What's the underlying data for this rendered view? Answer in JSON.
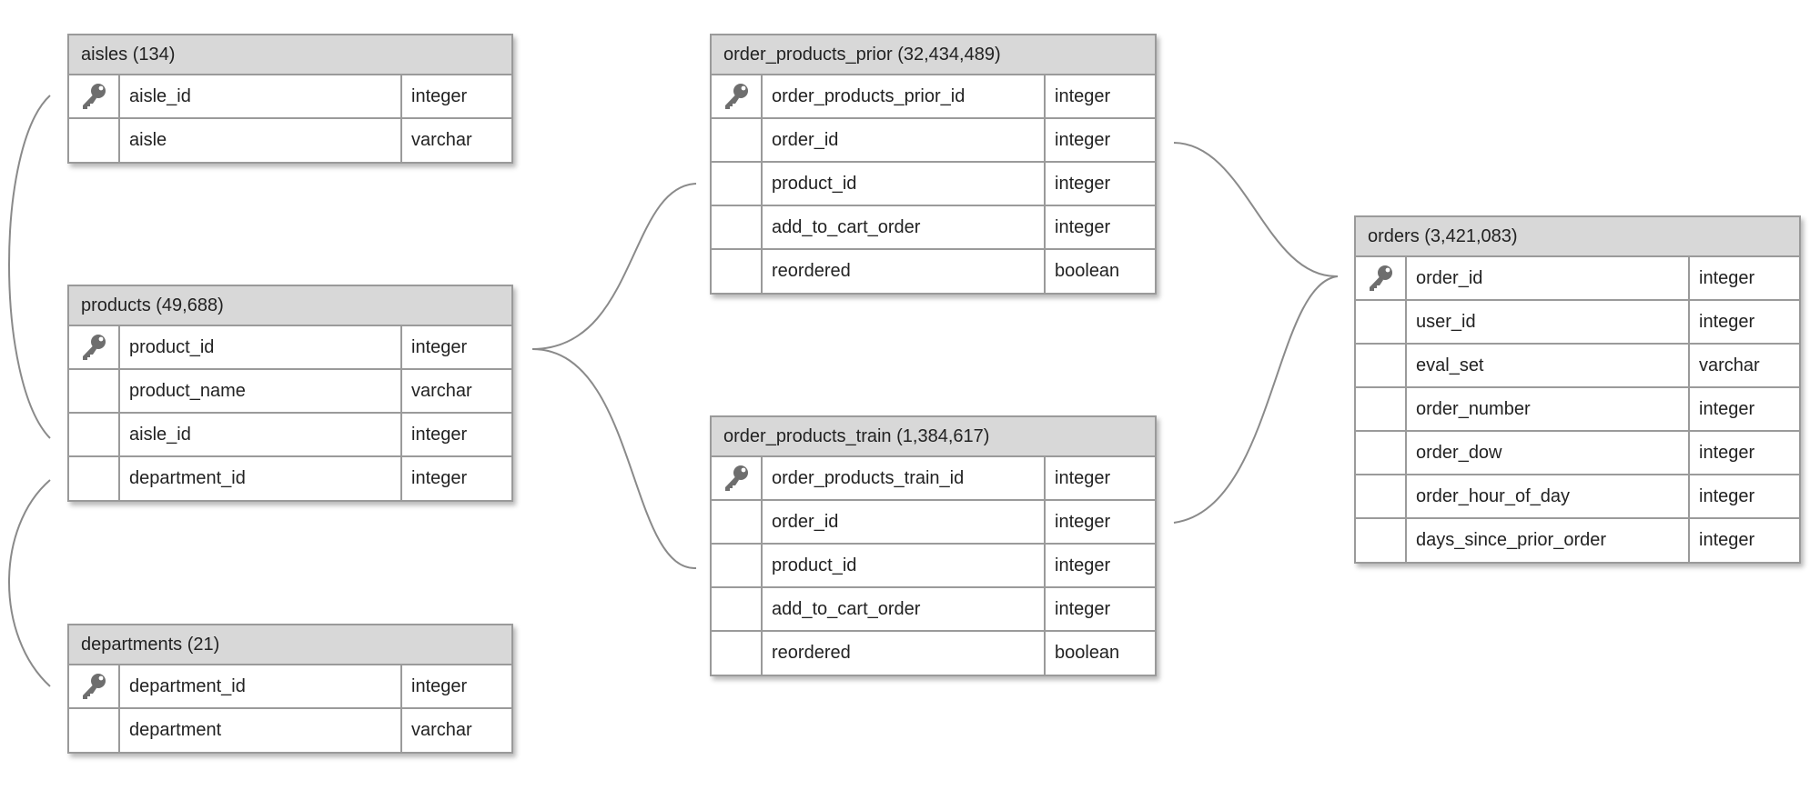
{
  "tables": [
    {
      "id": "aisles",
      "title": "aisles (134)",
      "columns": [
        {
          "name": "aisle_id",
          "type": "integer",
          "primary_key": true
        },
        {
          "name": "aisle",
          "type": "varchar",
          "primary_key": false
        }
      ]
    },
    {
      "id": "products",
      "title": "products (49,688)",
      "columns": [
        {
          "name": "product_id",
          "type": "integer",
          "primary_key": true
        },
        {
          "name": "product_name",
          "type": "varchar",
          "primary_key": false
        },
        {
          "name": "aisle_id",
          "type": "integer",
          "primary_key": false
        },
        {
          "name": "department_id",
          "type": "integer",
          "primary_key": false
        }
      ]
    },
    {
      "id": "departments",
      "title": "departments (21)",
      "columns": [
        {
          "name": "department_id",
          "type": "integer",
          "primary_key": true
        },
        {
          "name": "department",
          "type": "varchar",
          "primary_key": false
        }
      ]
    },
    {
      "id": "order_products_prior",
      "title": "order_products_prior (32,434,489)",
      "columns": [
        {
          "name": "order_products_prior_id",
          "type": "integer",
          "primary_key": true
        },
        {
          "name": "order_id",
          "type": "integer",
          "primary_key": false
        },
        {
          "name": "product_id",
          "type": "integer",
          "primary_key": false
        },
        {
          "name": "add_to_cart_order",
          "type": "integer",
          "primary_key": false
        },
        {
          "name": "reordered",
          "type": "boolean",
          "primary_key": false
        }
      ]
    },
    {
      "id": "order_products_train",
      "title": "order_products_train (1,384,617)",
      "columns": [
        {
          "name": "order_products_train_id",
          "type": "integer",
          "primary_key": true
        },
        {
          "name": "order_id",
          "type": "integer",
          "primary_key": false
        },
        {
          "name": "product_id",
          "type": "integer",
          "primary_key": false
        },
        {
          "name": "add_to_cart_order",
          "type": "integer",
          "primary_key": false
        },
        {
          "name": "reordered",
          "type": "boolean",
          "primary_key": false
        }
      ]
    },
    {
      "id": "orders",
      "title": "orders (3,421,083)",
      "columns": [
        {
          "name": "order_id",
          "type": "integer",
          "primary_key": true
        },
        {
          "name": "user_id",
          "type": "integer",
          "primary_key": false
        },
        {
          "name": "eval_set",
          "type": "varchar",
          "primary_key": false
        },
        {
          "name": "order_number",
          "type": "integer",
          "primary_key": false
        },
        {
          "name": "order_dow",
          "type": "integer",
          "primary_key": false
        },
        {
          "name": "order_hour_of_day",
          "type": "integer",
          "primary_key": false
        },
        {
          "name": "days_since_prior_order",
          "type": "integer",
          "primary_key": false
        }
      ]
    }
  ],
  "relationships": [
    {
      "from": "aisles.aisle_id",
      "to": "products.aisle_id"
    },
    {
      "from": "departments.department_id",
      "to": "products.department_id"
    },
    {
      "from": "products.product_id",
      "to": "order_products_prior.product_id"
    },
    {
      "from": "products.product_id",
      "to": "order_products_train.product_id"
    },
    {
      "from": "orders.order_id",
      "to": "order_products_prior.order_id"
    },
    {
      "from": "orders.order_id",
      "to": "order_products_train.order_id"
    }
  ],
  "icons": {
    "primary_key": "key-icon"
  },
  "colors": {
    "header_bg": "#d8d8d8",
    "border": "#9a9a9a",
    "connector": "#8a8a8a",
    "key_icon": "#6e6e6e"
  }
}
